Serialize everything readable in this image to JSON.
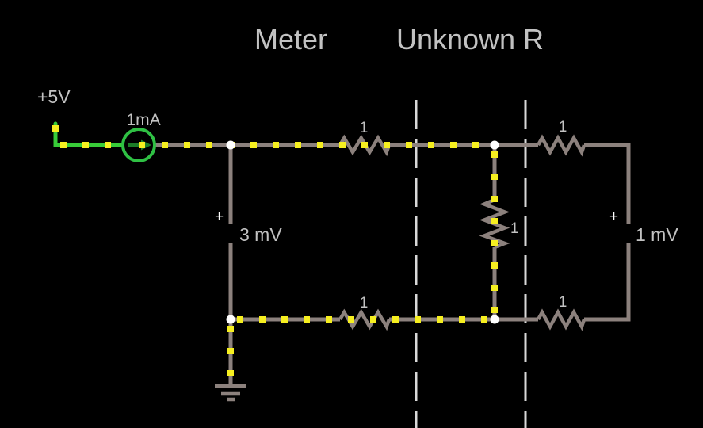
{
  "app": {
    "name": "circuit-simulator-canvas"
  },
  "titles": {
    "meter": "Meter",
    "unknown_r": "Unknown R"
  },
  "source": {
    "supply_label": "+5V",
    "current_label": "1mA"
  },
  "meters": {
    "meter_plus": "+",
    "meter_voltage": "3 mV",
    "unknown_plus": "+",
    "unknown_voltage": "1 mV"
  },
  "resistors": {
    "top_meter": "1",
    "top_unknown": "1",
    "middle": "1",
    "bottom_meter": "1",
    "bottom_unknown": "1"
  },
  "colors": {
    "background": "#000000",
    "wire": "#8c817d",
    "wire-energized": "#38cc38",
    "source-ring": "#2fc044",
    "source-arrow": "#1d7d28",
    "current-dot": "#f6ef20",
    "node": "#ffffff",
    "divider": "#d9d9d9",
    "text": "#c2c2c2",
    "text-bright": "#ffffff"
  }
}
